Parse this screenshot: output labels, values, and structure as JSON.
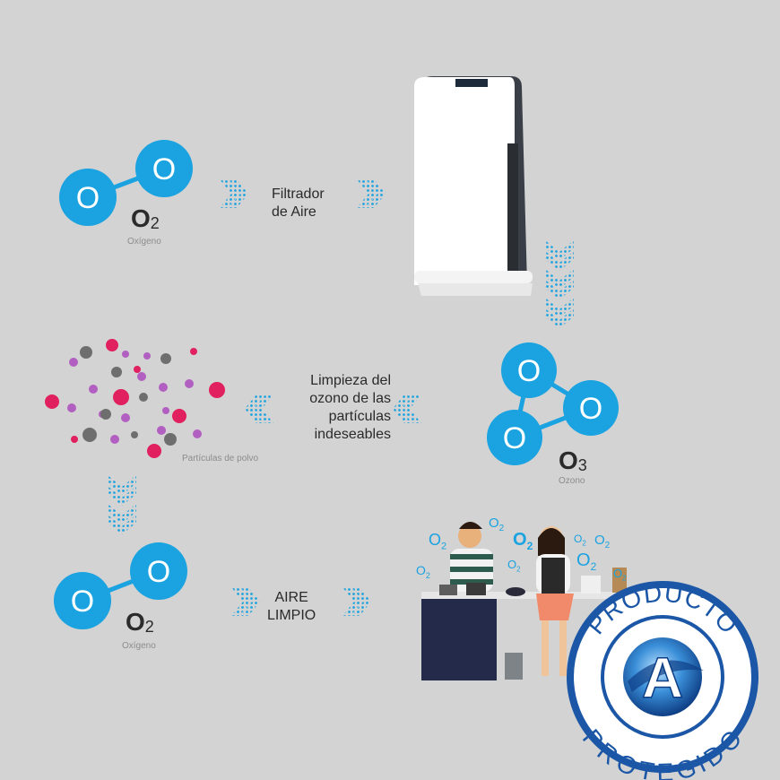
{
  "colors": {
    "background": "#d3d3d3",
    "molecule": "#1aa3e0",
    "molecule_letter": "#ffffff",
    "arrow": "#1aa3e0",
    "badge": "#1b57a6"
  },
  "molecule_letter": "O",
  "step1": {
    "formula": "O",
    "subscript": "2",
    "caption": "Oxígeno",
    "label_line1": "Filtrador",
    "label_line2": "de Aire"
  },
  "step2": {
    "formula": "O",
    "subscript": "3",
    "caption": "Ozono",
    "label_lines": [
      "Limpieza del",
      "ozono de las",
      "partículas",
      "indeseables"
    ],
    "particles_caption": "Partículas de polvo"
  },
  "step3": {
    "formula": "O",
    "subscript": "2",
    "caption": "Oxígeno",
    "label_line1": "AIRE",
    "label_line2": "LIMPIO"
  },
  "floating": {
    "o": "O",
    "two": "2"
  },
  "badge": {
    "top_text": "PRODUCTO",
    "bottom_text": "PROTEGIDO",
    "letter": "A"
  },
  "icons": [
    "o2-molecule-icon",
    "o3-molecule-icon",
    "air-purifier-icon",
    "dust-particles-icon",
    "kitchen-scene-icon",
    "chevron-arrow-icon"
  ]
}
